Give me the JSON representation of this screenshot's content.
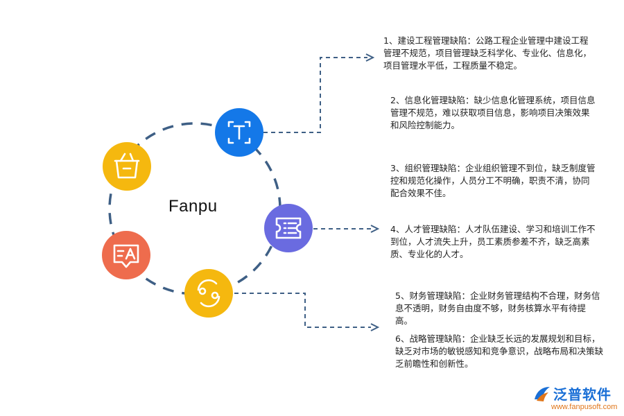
{
  "center_label": "Fanpu",
  "nodes": [
    {
      "icon": "text-t-icon",
      "color": "#1478e8"
    },
    {
      "icon": "basket-icon",
      "color": "#f5b80f"
    },
    {
      "icon": "ticket-list-icon",
      "color": "#6a6be0"
    },
    {
      "icon": "translate-icon",
      "color": "#ee6c4d"
    },
    {
      "icon": "swirl-icon",
      "color": "#f5b80f"
    }
  ],
  "notes": [
    "1、建设工程管理缺陷：公路工程企业管理中建设工程管理不规范，项目管理缺乏科学化、专业化、信息化，项目管理水平低，工程质量不稳定。",
    "2、信息化管理缺陷：缺少信息化管理系统，项目信息管理不规范，难以获取项目信息，影响项目决策效果和风险控制能力。",
    "3、组织管理缺陷：企业组织管理不到位，缺乏制度管控和规范化操作，人员分工不明确，职责不清，协同配合效果不佳。",
    "4、人才管理缺陷：人才队伍建设、学习和培训工作不到位，人才流失上升，员工素质参差不齐，缺乏高素质、专业化的人才。",
    "5、财务管理缺陷：企业财务管理结构不合理，财务信息不透明，财务自由度不够，财务核算水平有待提高。",
    "6、战略管理缺陷：企业缺乏长远的发展规划和目标，缺乏对市场的敏锐感知和竞争意识，战略布局和决策缺乏前瞻性和创新性。"
  ],
  "logo": {
    "name": "泛普软件",
    "url": "www.fanpusoft.com"
  },
  "colors": {
    "ring": "#3e5f85",
    "connector": "#3e5f85"
  }
}
